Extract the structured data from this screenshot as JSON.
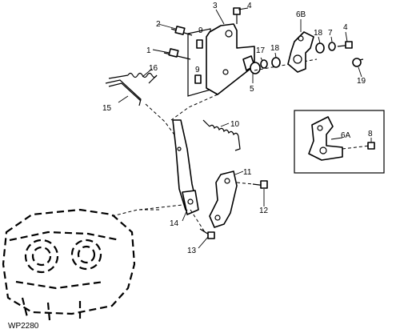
{
  "callouts": {
    "c1": "1",
    "c2": "2",
    "c3": "3",
    "c4a": "4",
    "c4b": "4",
    "c5": "5",
    "c6a": "6A",
    "c6b": "6B",
    "c7": "7",
    "c8": "8",
    "c9a": "9",
    "c9b": "9",
    "c10": "10",
    "c11": "11",
    "c12": "12",
    "c13": "13",
    "c14": "14",
    "c15": "15",
    "c16": "16",
    "c17": "17",
    "c18a": "18",
    "c18b": "18",
    "c19": "19"
  },
  "figure_code": "WP2280"
}
